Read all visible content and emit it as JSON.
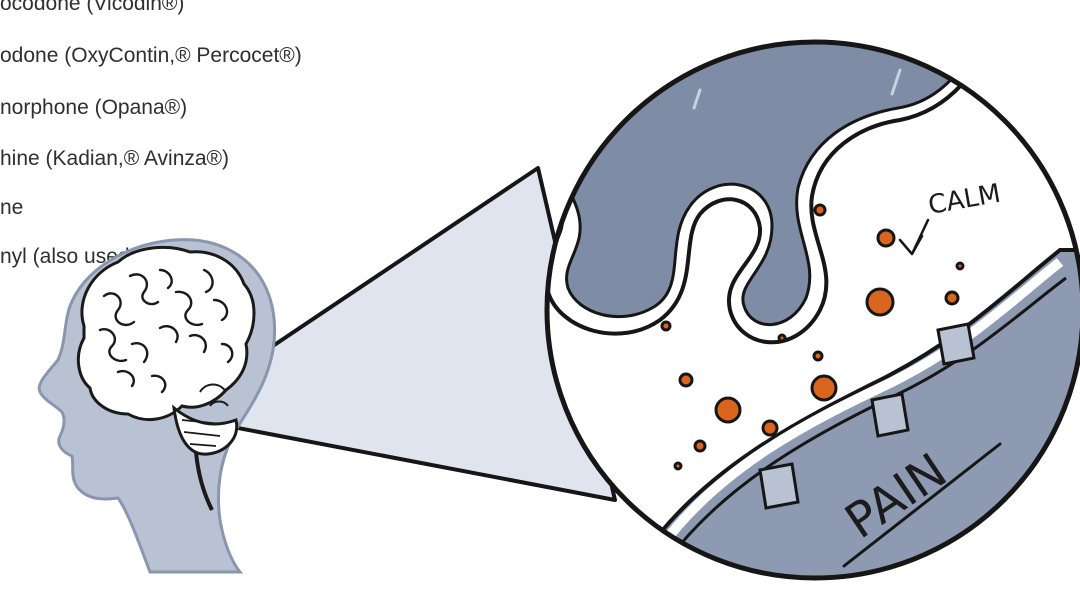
{
  "drug_list": {
    "items": [
      "ocodone (Vicodin®)",
      "odone (OxyContin,® Percocet®)",
      "norphone (Opana®)",
      "hine (Kadian,® Avinza®)",
      "ne",
      "nyl (also used illicitly)"
    ]
  },
  "illustration": {
    "calm_label": "CALM",
    "pain_label": "PAIN"
  },
  "colors": {
    "slate": "#7f8ca6",
    "slate_light": "#b9c2d3",
    "pale": "#dfe4ee",
    "outline": "#161616",
    "molecule": "#d9651f"
  }
}
